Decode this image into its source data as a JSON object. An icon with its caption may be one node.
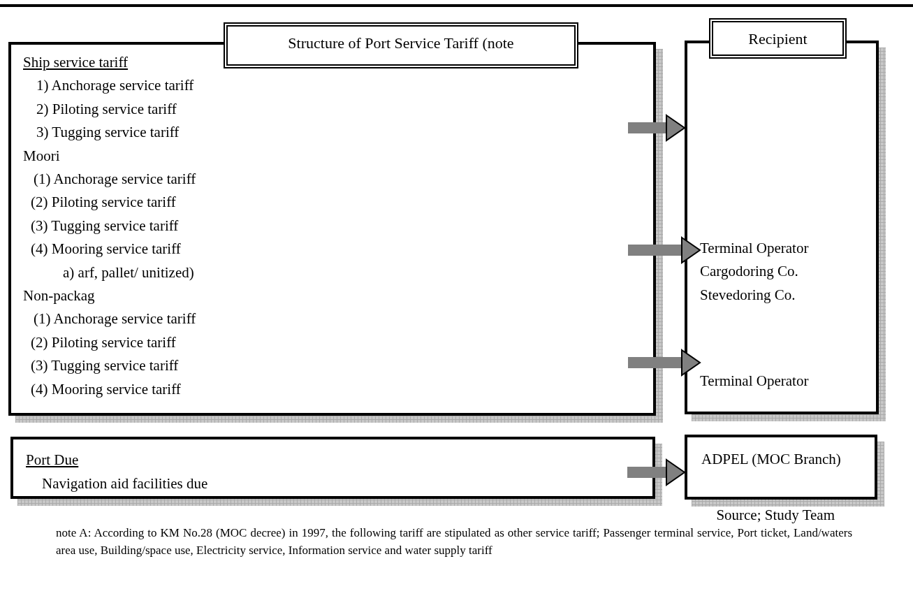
{
  "diagram": {
    "nodes": [
      {
        "text": [
          "Structure of Port Service Tariff (note",
          "Ship service tariff",
          "1)  Anchorage service tariff",
          "2)  Piloting service tariff",
          "3)  Tugging service tariff",
          "Moori",
          "(1) Anchorage service tariff",
          "(2) Piloting service tariff",
          "(3) Tugging service tariff",
          "(4) Mooring service tariff",
          "a)  arf, pallet/ unitized)",
          "Non-packag",
          "(1) Anchorage service tariff",
          "(2) Piloting service tariff",
          "(3) Tugging service tariff",
          "(4) Mooring service tariff"
        ]
      },
      {
        "text": [
          "Recipient"
        ]
      },
      {
        "text": [
          "Terminal Operator",
          "Cargodoring Co.",
          "Stevedoring Co."
        ],
        "in": 1
      },
      {
        "text": [
          "Terminal Operator"
        ],
        "in": 1
      },
      {
        "text": [
          "Port Due",
          "Navigation aid facilities due"
        ]
      },
      {
        "text": [
          "ADPEL (MOC Branch)"
        ]
      }
    ],
    "edges": [
      {
        "from": 0,
        "to": 1,
        "arrow": "to"
      },
      {
        "from": 0,
        "to": 2,
        "arrow": "to"
      },
      {
        "from": 0,
        "to": 3,
        "arrow": "to"
      },
      {
        "from": 4,
        "to": 5,
        "arrow": "to"
      }
    ],
    "labels": [
      "Source; Study Team",
      "note A: According to KM No.28 (MOC decree) in 1997, the following tariff are stipulated as other service tariff; Passenger terminal service, Port ticket, Land/waters area use, Building/space use, Electricity service, Information service and water supply tariff"
    ]
  }
}
